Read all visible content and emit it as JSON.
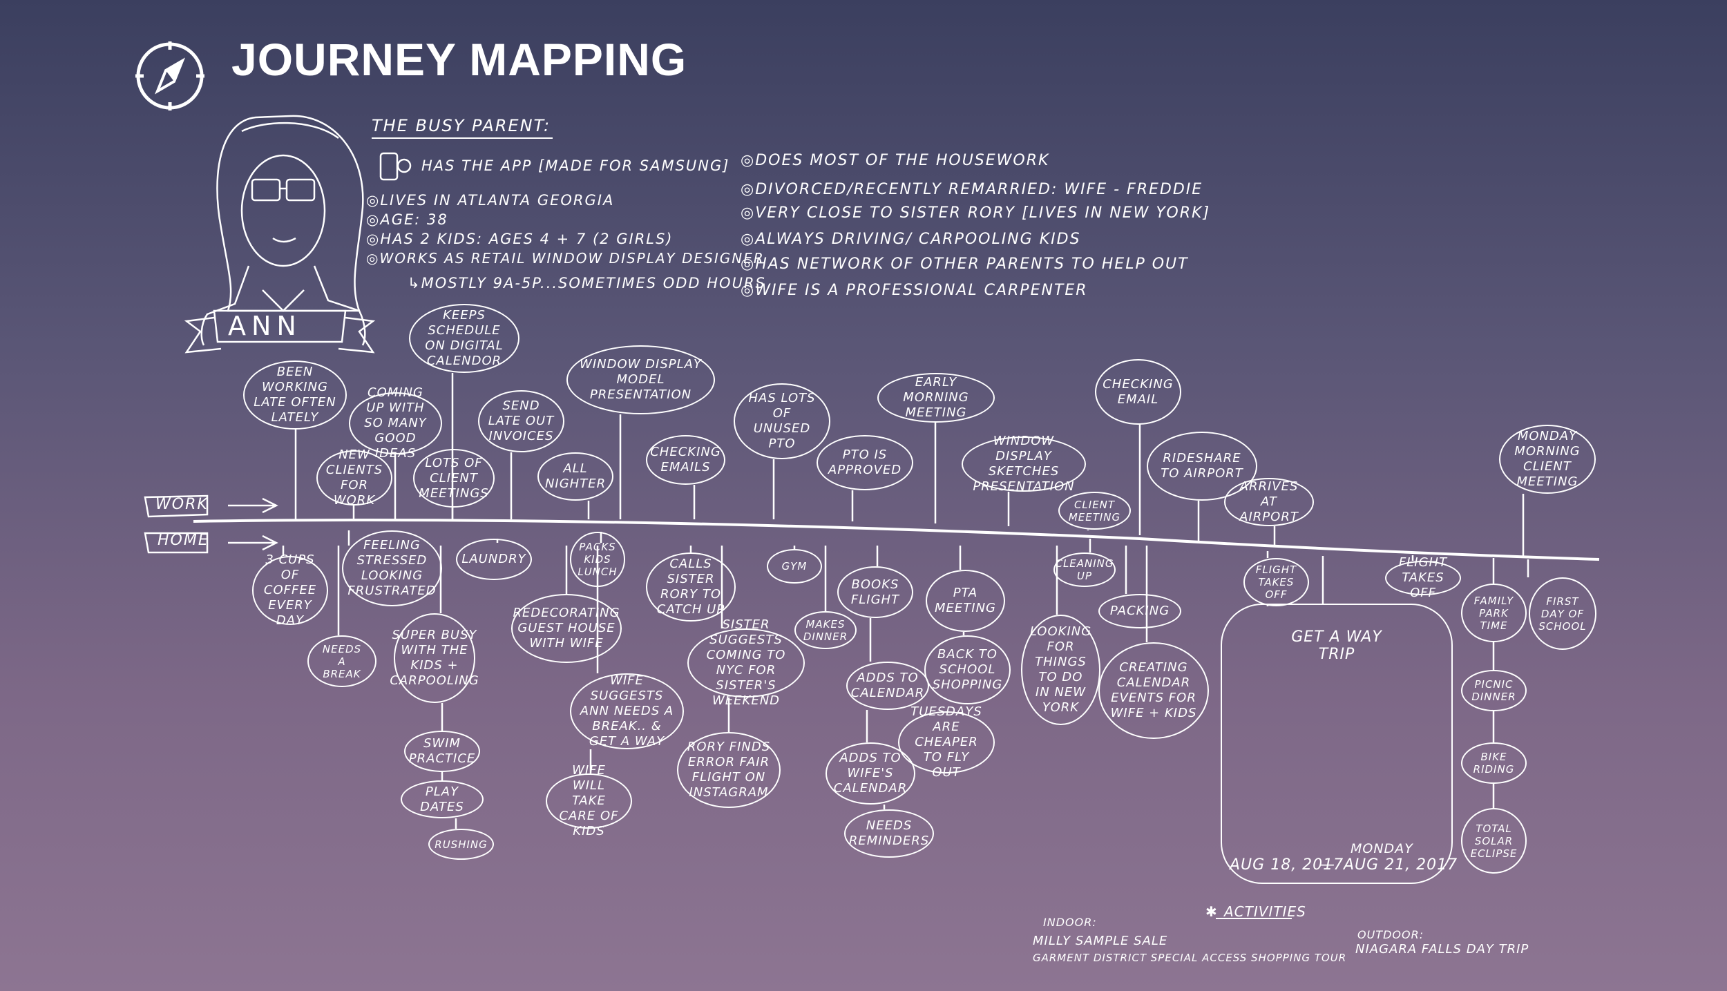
{
  "header": {
    "title": "JOURNEY MAPPING"
  },
  "icons": {
    "compass": "compass-icon",
    "phone": "phone-icon",
    "person": "person-sketch"
  },
  "persona": {
    "heading": "THE BUSY PARENT:",
    "name": "ANN",
    "left_facts": [
      "HAS THE APP [MADE FOR SAMSUNG]",
      "◎LIVES IN ATLANTA GEORGIA",
      "◎AGE: 38",
      "◎HAS 2 KIDS: AGES 4 + 7 (2 GIRLS)",
      "◎WORKS AS RETAIL WINDOW DISPLAY DESIGNER",
      "↳MOSTLY 9A-5P...SOMETIMES ODD HOURS"
    ],
    "right_facts": [
      "◎DOES MOST OF THE HOUSEWORK",
      "◎DIVORCED/RECENTLY REMARRIED: WIFE - FREDDIE",
      "◎VERY CLOSE TO SISTER RORY [LIVES IN NEW YORK]",
      "◎ALWAYS DRIVING/ CARPOOLING KIDS",
      "◎HAS NETWORK OF OTHER PARENTS TO HELP OUT",
      "◎WIFE IS A PROFESSIONAL CARPENTER"
    ]
  },
  "lanes": {
    "work": "WORK",
    "home": "HOME"
  },
  "work_events": [
    "BEEN WORKING LATE OFTEN LATELY",
    "NEW CLIENTS FOR WORK",
    "COMING UP WITH SO MANY GOOD IDEAS",
    "KEEPS SCHEDULE ON DIGITAL CALENDOR",
    "LOTS OF CLIENT MEETINGS",
    "SEND LATE OUT INVOICES",
    "ALL NIGHTER",
    "WINDOW DISPLAY MODEL PRESENTATION",
    "CHECKING EMAILS",
    "HAS LOTS OF UNUSED PTO",
    "PTO IS APPROVED",
    "EARLY MORNING MEETING",
    "WINDOW DISPLAY SKETCHES PRESENTATION",
    "CLIENT MEETING",
    "CHECKING EMAIL",
    "RIDESHARE TO AIRPORT",
    "ARRIVES AT AIRPORT",
    "MONDAY MORNING CLIENT MEETING"
  ],
  "home_events": [
    "3 CUPS OF COFFEE EVERY DAY",
    "NEEDS A BREAK",
    "FEELING STRESSED LOOKING FRUSTRATED",
    "SUPER BUSY WITH THE KIDS + CARPOOLING",
    "SWIM PRACTICE",
    "PLAY DATES",
    "RUSHING",
    "LAUNDRY",
    "REDECORATING GUEST HOUSE WITH WIFE",
    "PACKS KIDS LUNCH",
    "WIFE SUGGESTS ANN NEEDS A BREAK.. & GET A WAY",
    "WIFE WILL TAKE CARE OF KIDS",
    "CALLS SISTER RORY TO CATCH UP",
    "SISTER SUGGESTS COMING TO NYC FOR SISTER'S WEEKEND",
    "RORY FINDS ERROR FAIR FLIGHT ON INSTAGRAM",
    "GYM",
    "MAKES DINNER",
    "BOOKS FLIGHT",
    "ADDS TO CALENDAR",
    "ADDS TO WIFE'S CALENDAR",
    "NEEDS REMINDERS",
    "TUESDAYS ARE CHEAPER TO FLY OUT",
    "PTA MEETING",
    "BACK TO SCHOOL SHOPPING",
    "LOOKING FOR THINGS TO DO IN NEW YORK",
    "CLEANING UP",
    "PACKING",
    "CREATING CALENDAR EVENTS FOR WIFE + KIDS",
    "FLIGHT TAKES OFF",
    "FLIGHT TAKES OFF",
    "FAMILY PARK TIME",
    "PICNIC DINNER",
    "BIKE RIDING",
    "TOTAL SOLAR ECLIPSE",
    "FIRST DAY OF SCHOOL"
  ],
  "trip": {
    "title": "GET A WAY TRIP",
    "start": "AUG 18, 2017",
    "dash": "—",
    "end_day": "MONDAY",
    "end": "AUG 21, 2017"
  },
  "activities": {
    "label": "ACTIVITIES",
    "indoor_label": "INDOOR:",
    "indoor": [
      "MILLY SAMPLE SALE",
      "GARMENT DISTRICT SPECIAL ACCESS SHOPPING TOUR"
    ],
    "outdoor_label": "OUTDOOR:",
    "outdoor": [
      "NIAGARA FALLS DAY TRIP"
    ]
  }
}
